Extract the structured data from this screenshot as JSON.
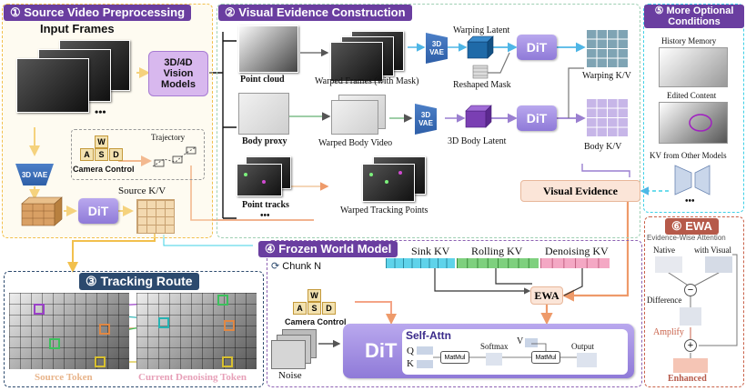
{
  "colors": {
    "panel1": "#f2c04d",
    "panel2": "#9ecfb3",
    "panel3": "#2c4a6e",
    "panel4": "#8e62b3",
    "panel5": "#3fd0e6",
    "panel6": "#c9624a",
    "hdr_purple": "#6a3ea0",
    "hdr_navy": "#2c4a6e",
    "hdr_red": "#b65a4a",
    "sink": "#5fd3ea",
    "rolling": "#7ed07e",
    "denoise": "#f4a8c4"
  },
  "panel1": {
    "header": "① Source Video Preprocessing",
    "input_frames": "Input Frames",
    "ellipsis": "•••",
    "vision_models": "3D/4D Vision Models",
    "keys": [
      "W",
      "A",
      "S",
      "D"
    ],
    "camera_control": "Camera Control",
    "trajectory": "Trajectory",
    "vae": "3D VAE",
    "dit": "DiT",
    "source_kv": "Source K/V"
  },
  "panel2": {
    "header": "② Visual Evidence Construction",
    "point_cloud": "Point cloud",
    "warped_frames": "Warped Frames (with Mask)",
    "vae1": "3D VAE",
    "warping_latent": "Warping Latent",
    "reshaped_mask": "Reshaped Mask",
    "dit1": "DiT",
    "warping_kv": "Warping K/V",
    "body_proxy": "Body proxy",
    "warped_body": "Warped Body Video",
    "vae2": "3D VAE",
    "body_latent": "3D Body Latent",
    "dit2": "DiT",
    "body_kv": "Body K/V",
    "point_tracks": "Point tracks",
    "ellipsis": "•••",
    "warped_tracking": "Warped Tracking Points",
    "visual_evidence": "Visual Evidence"
  },
  "panel3": {
    "header": "③ Tracking Route",
    "source_token": "Source Token",
    "current_token": "Current Denoising Token"
  },
  "panel4": {
    "header": "④ Frozen World Model",
    "chunk": "Chunk N",
    "sink_kv": "Sink KV",
    "rolling_kv": "Rolling KV",
    "denoising_kv": "Denoising KV",
    "ewa": "EWA",
    "keys": [
      "W",
      "A",
      "S",
      "D"
    ],
    "camera_control": "Camera Control",
    "noise": "Noise",
    "dit": "DiT",
    "self_attn": "Self-Attn",
    "q": "Q",
    "k": "K",
    "v": "V",
    "softmax": "Softmax",
    "matmul1": "MatMul",
    "matmul2": "MatMul",
    "output": "Output"
  },
  "panel5": {
    "header": "⑤ More Optional Conditions",
    "history_memory": "History Memory",
    "edited_content": "Edited Content",
    "kv_other": "KV from Other Models",
    "ellipsis": "•••"
  },
  "panel6": {
    "header": "⑥ EWA",
    "subtitle": "Evidence-Wise Attention",
    "native": "Native",
    "with_visual": "with Visual",
    "difference": "Difference",
    "minus": "−",
    "amplify": "Amplify",
    "plus": "+",
    "enhanced": "Enhanced"
  }
}
